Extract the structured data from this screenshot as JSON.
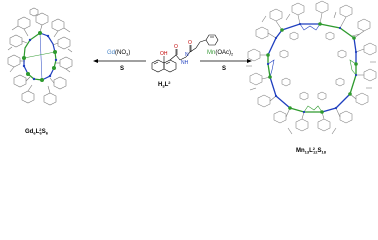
{
  "colors": {
    "gd": "#4a86c8",
    "mn": "#3a9a3a",
    "ring_blue": "#1f3fbf",
    "ring_green": "#2e9a2e",
    "framework": "#7a7a7a",
    "arrow": "#000000"
  },
  "left_product": {
    "label_main": "Gd",
    "label_sub1": "6",
    "label_mid": "L",
    "label_sup": "2",
    "label_sub2": "6",
    "label_tail": "S",
    "label_sub3": "6"
  },
  "right_product": {
    "label_main": "Mn",
    "label_sub1": "13",
    "label_mid": "L",
    "label_sup": "2",
    "label_sub2": "12",
    "label_tail": "S",
    "label_sub3": "18"
  },
  "ligand": {
    "label_main": "H",
    "label_sub": "3",
    "label_mid": "L",
    "label_sup": "2",
    "atom_o1": "O",
    "atom_oh": "OH",
    "atom_nh": "NH",
    "atom_n": "N",
    "atom_h": "H",
    "atom_o2": "O"
  },
  "left_arrow": {
    "metal": "Gd",
    "reagent": "(NO",
    "reagent_sub": "3",
    "reagent_tail": ")",
    "solvent": "S"
  },
  "right_arrow": {
    "metal": "Mn",
    "reagent": "(OAc)",
    "reagent_sub": "2",
    "solvent": "S"
  }
}
